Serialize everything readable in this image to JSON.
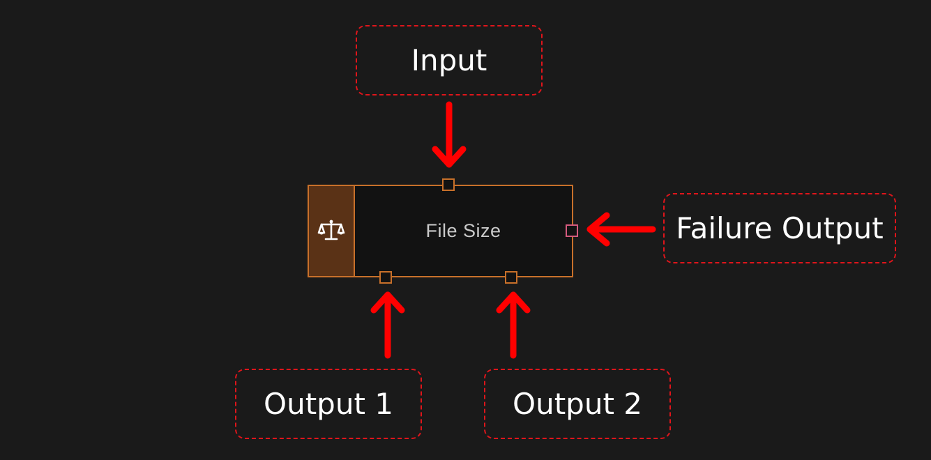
{
  "node": {
    "title": "File Size",
    "icon": "scale-balance-icon",
    "border_color": "#c8702a",
    "icon_panel_color": "#5a3216",
    "failure_port_color": "#d45a7e"
  },
  "callouts": {
    "input": "Input",
    "failure_output": "Failure Output",
    "output_1": "Output 1",
    "output_2": "Output 2"
  },
  "annotation_color": "#ff0000"
}
